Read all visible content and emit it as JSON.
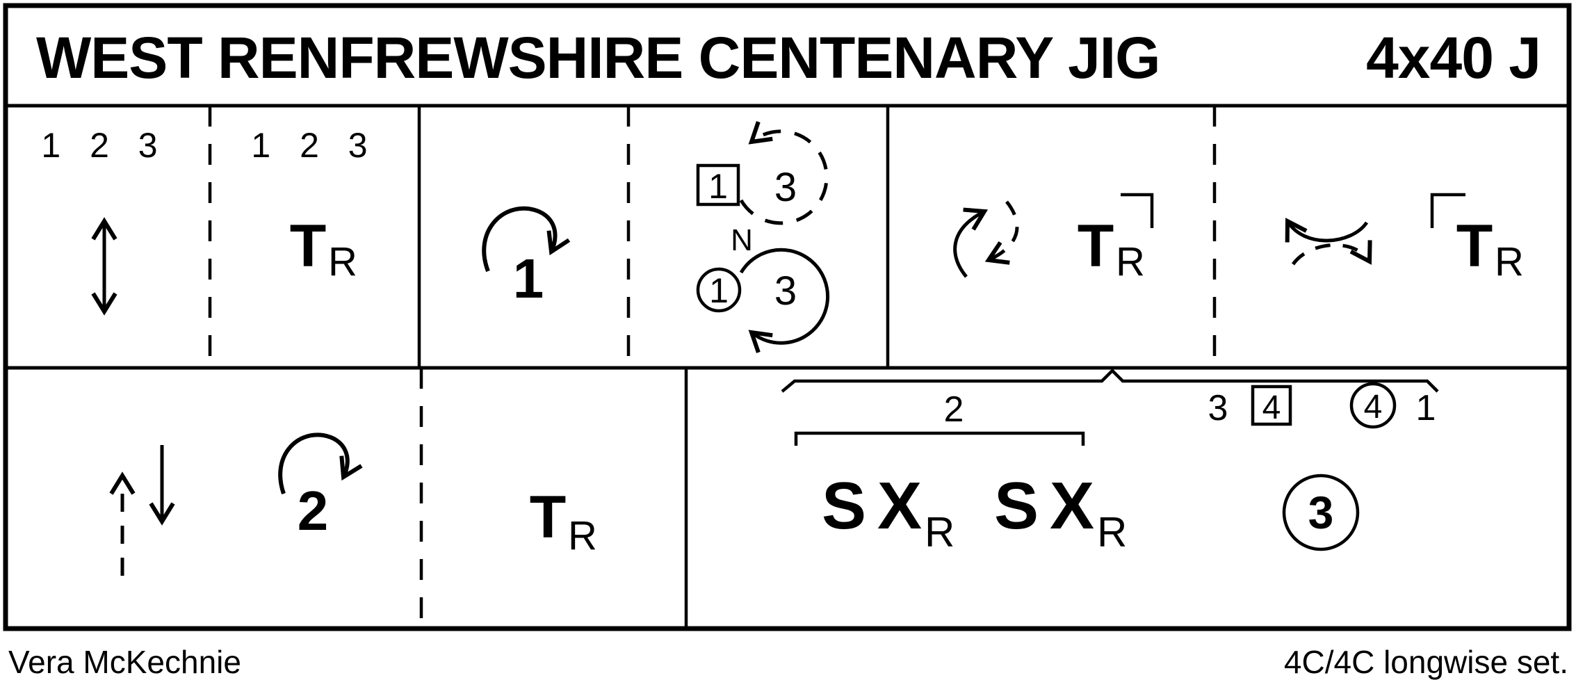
{
  "title": {
    "name": "WEST RENFREWSHIRE CENTENARY JIG",
    "code": "4x40 J"
  },
  "footer": {
    "deviser": "Vera McKechnie",
    "set": "4C/4C longwise set."
  },
  "colors": {
    "ink": "#000000",
    "paper": "#ffffff"
  },
  "bars": {
    "b1": {
      "dancers": "1 2 3"
    },
    "b2": {
      "dancers": "1 2 3",
      "sym": "T",
      "sub": "R"
    },
    "b3": {
      "cast": "1"
    },
    "b4": {
      "box": "1",
      "top": "3",
      "mid": "N",
      "circle": "1",
      "bottom": "3"
    },
    "b5": {
      "sym": "T",
      "sub": "R"
    },
    "b6": {
      "sym": "T",
      "sub": "R"
    },
    "b7": {
      "cast": "2"
    },
    "b8": {
      "sym": "T",
      "sub": "R"
    },
    "b9": {
      "bracket_label": "2",
      "pos_3": "3",
      "pos_4box": "4",
      "pos_4circle": "4",
      "pos_1": "1",
      "s1": "S",
      "x1": "X",
      "xsub1": "R",
      "s2": "S",
      "x2": "X",
      "xsub2": "R",
      "circle": "3"
    }
  }
}
